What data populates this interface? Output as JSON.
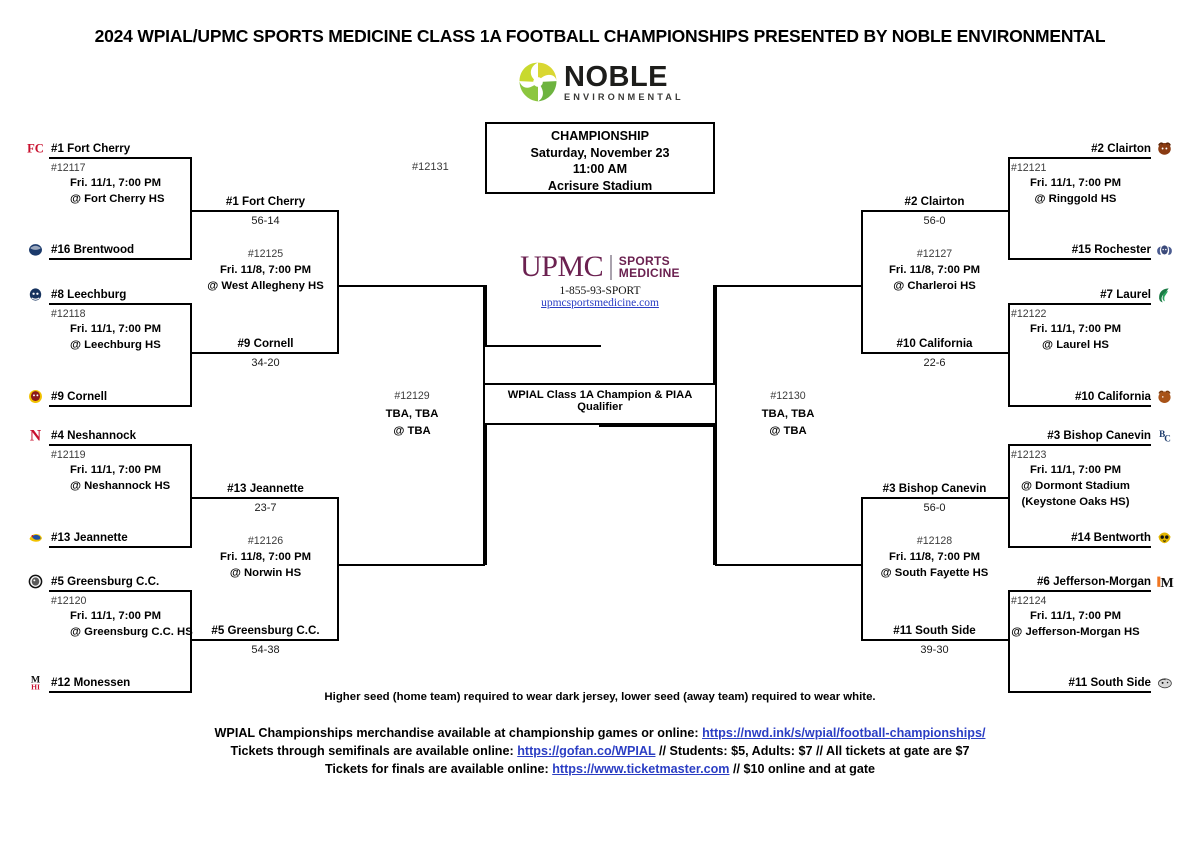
{
  "title": "2024 WPIAL/UPMC SPORTS MEDICINE CLASS 1A FOOTBALL CHAMPIONSHIPS PRESENTED BY NOBLE ENVIRONMENTAL",
  "sponsor_logo": {
    "name": "NOBLE",
    "sub": "ENVIRONMENTAL"
  },
  "championship": {
    "label": "CHAMPIONSHIP",
    "date": "Saturday, November 23",
    "time": "11:00 AM",
    "venue": "Acrisure Stadium",
    "game_id": "#12131"
  },
  "upmc": {
    "word": "UPMC",
    "line1": "SPORTS",
    "line2": "MEDICINE",
    "phone": "1-855-93-SPORT",
    "url": "upmcsportsmedicine.com"
  },
  "qualifier_note": "WPIAL Class 1A Champion & PIAA Qualifier",
  "jersey_note": "Higher seed (home team) required to wear dark jersey, lower seed (away team) required to wear white.",
  "footer": {
    "merch_prefix": "WPIAL Championships merchandise available at championship games or online:",
    "merch_link": "https://nwd.ink/s/wpial/football-championships/",
    "semis_prefix": "Tickets through semifinals are available online:",
    "semis_link": "https://gofan.co/WPIAL",
    "semis_suffix": "// Students: $5, Adults: $7 // All tickets at gate are $7",
    "finals_prefix": "Tickets for finals are available online:",
    "finals_link": "https://www.ticketmaster.com",
    "finals_suffix": "// $10 online and at gate"
  },
  "left": {
    "r1": [
      {
        "top": "#1 Fort Cherry",
        "bottom": "#16 Brentwood",
        "game_id": "#12117",
        "date": "Fri. 11/1, 7:00 PM",
        "site": "@ Fort Cherry HS",
        "logo_top": "fort-cherry-logo",
        "logo_bottom": "brentwood-logo"
      },
      {
        "top": "#8 Leechburg",
        "bottom": "#9 Cornell",
        "game_id": "#12118",
        "date": "Fri. 11/1, 7:00 PM",
        "site": "@ Leechburg HS",
        "logo_top": "leechburg-logo",
        "logo_bottom": "cornell-logo"
      },
      {
        "top": "#4 Neshannock",
        "bottom": "#13 Jeannette",
        "game_id": "#12119",
        "date": "Fri. 11/1, 7:00 PM",
        "site": "@ Neshannock HS",
        "logo_top": "neshannock-logo",
        "logo_bottom": "jeannette-logo"
      },
      {
        "top": "#5 Greensburg C.C.",
        "bottom": "#12 Monessen",
        "game_id": "#12120",
        "date": "Fri. 11/1, 7:00 PM",
        "site": "@ Greensburg C.C. HS",
        "logo_top": "greensburg-cc-logo",
        "logo_bottom": "monessen-logo"
      }
    ],
    "r2": [
      {
        "top": "#1 Fort Cherry",
        "top_score": "56-14",
        "bottom": "#9 Cornell",
        "bottom_score": "34-20",
        "game_id": "#12125",
        "date": "Fri. 11/8, 7:00 PM",
        "site": "@ West Allegheny HS"
      },
      {
        "top": "#13 Jeannette",
        "top_score": "23-7",
        "bottom": "#5 Greensburg C.C.",
        "bottom_score": "54-38",
        "game_id": "#12126",
        "date": "Fri. 11/8, 7:00 PM",
        "site": "@ Norwin HS"
      }
    ],
    "semi": {
      "game_id": "#12129",
      "teams": "TBA, TBA",
      "site": "@ TBA"
    }
  },
  "right": {
    "r1": [
      {
        "top": "#2 Clairton",
        "bottom": "#15 Rochester",
        "game_id": "#12121",
        "date": "Fri. 11/1, 7:00 PM",
        "site": "@ Ringgold HS",
        "logo_top": "clairton-logo",
        "logo_bottom": "rochester-logo"
      },
      {
        "top": "#7 Laurel",
        "bottom": "#10 California",
        "game_id": "#12122",
        "date": "Fri. 11/1, 7:00 PM",
        "site": "@ Laurel HS",
        "logo_top": "laurel-logo",
        "logo_bottom": "california-logo"
      },
      {
        "top": "#3 Bishop Canevin",
        "bottom": "#14 Bentworth",
        "game_id": "#12123",
        "date": "Fri. 11/1, 7:00 PM",
        "site": "@ Dormont Stadium",
        "site2": "(Keystone Oaks HS)",
        "logo_top": "bishop-canevin-logo",
        "logo_bottom": "bentworth-logo"
      },
      {
        "top": "#6 Jefferson-Morgan",
        "bottom": "#11 South Side",
        "game_id": "#12124",
        "date": "Fri. 11/1, 7:00 PM",
        "site": "@ Jefferson-Morgan HS",
        "logo_top": "jefferson-morgan-logo",
        "logo_bottom": "south-side-logo"
      }
    ],
    "r2": [
      {
        "top": "#2 Clairton",
        "top_score": "56-0",
        "bottom": "#10 California",
        "bottom_score": "22-6",
        "game_id": "#12127",
        "date": "Fri. 11/8, 7:00 PM",
        "site": "@ Charleroi HS"
      },
      {
        "top": "#3 Bishop Canevin",
        "top_score": "56-0",
        "bottom": "#11 South Side",
        "bottom_score": "39-30",
        "game_id": "#12128",
        "date": "Fri. 11/8, 7:00 PM",
        "site": "@ South Fayette HS"
      }
    ],
    "semi": {
      "game_id": "#12130",
      "teams": "TBA, TBA",
      "site": "@ TBA"
    }
  }
}
